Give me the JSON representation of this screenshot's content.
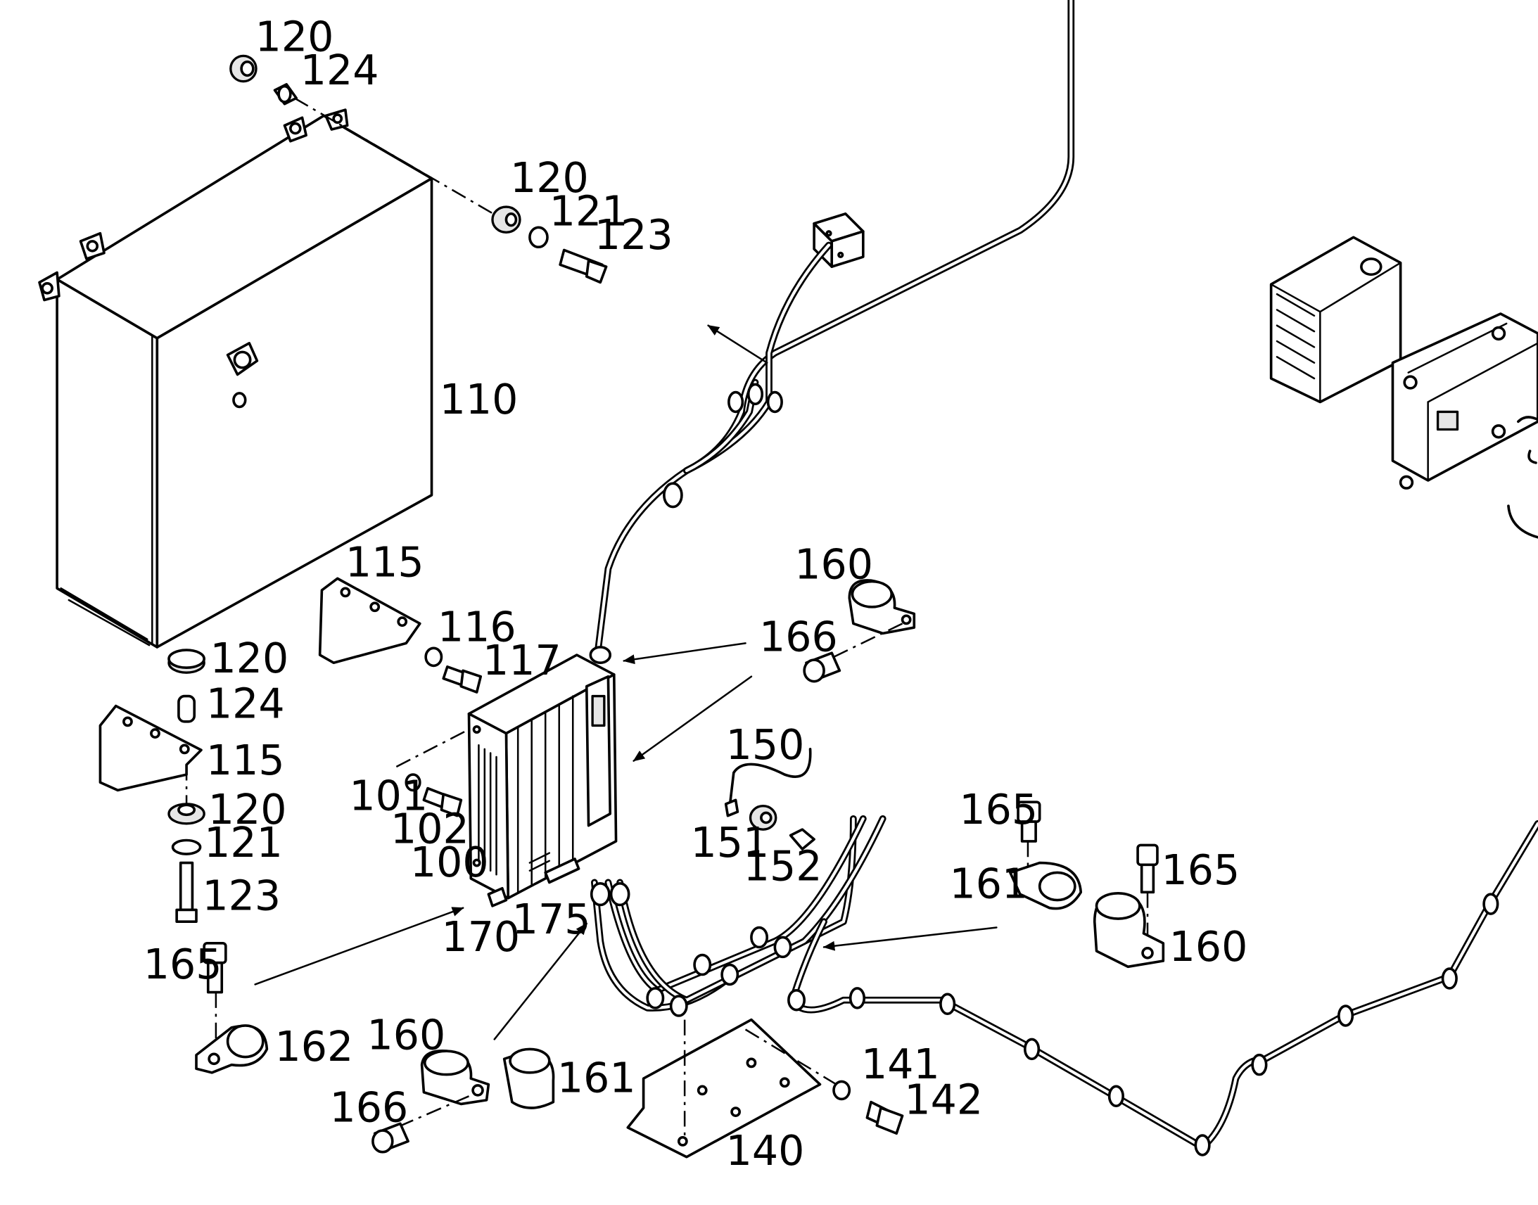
{
  "labels": {
    "l120a": "120",
    "l124a": "124",
    "l120b": "120",
    "l121a": "121",
    "l123a": "123",
    "l110": "110",
    "l115a": "115",
    "l116": "116",
    "l117": "117",
    "l160a": "160",
    "l166a": "166",
    "l120c": "120",
    "l124b": "124",
    "l115b": "115",
    "l120d": "120",
    "l121b": "121",
    "l123b": "123",
    "l101": "101",
    "l102": "102",
    "l100": "100",
    "l170": "170",
    "l175": "175",
    "l150": "150",
    "l151": "151",
    "l152": "152",
    "l165a": "165",
    "l161a": "161",
    "l165b": "165",
    "l160b": "160",
    "l165c": "165",
    "l162": "162",
    "l160c": "160",
    "l161b": "161",
    "l166b": "166",
    "l141": "141",
    "l142": "142",
    "l140": "140"
  }
}
